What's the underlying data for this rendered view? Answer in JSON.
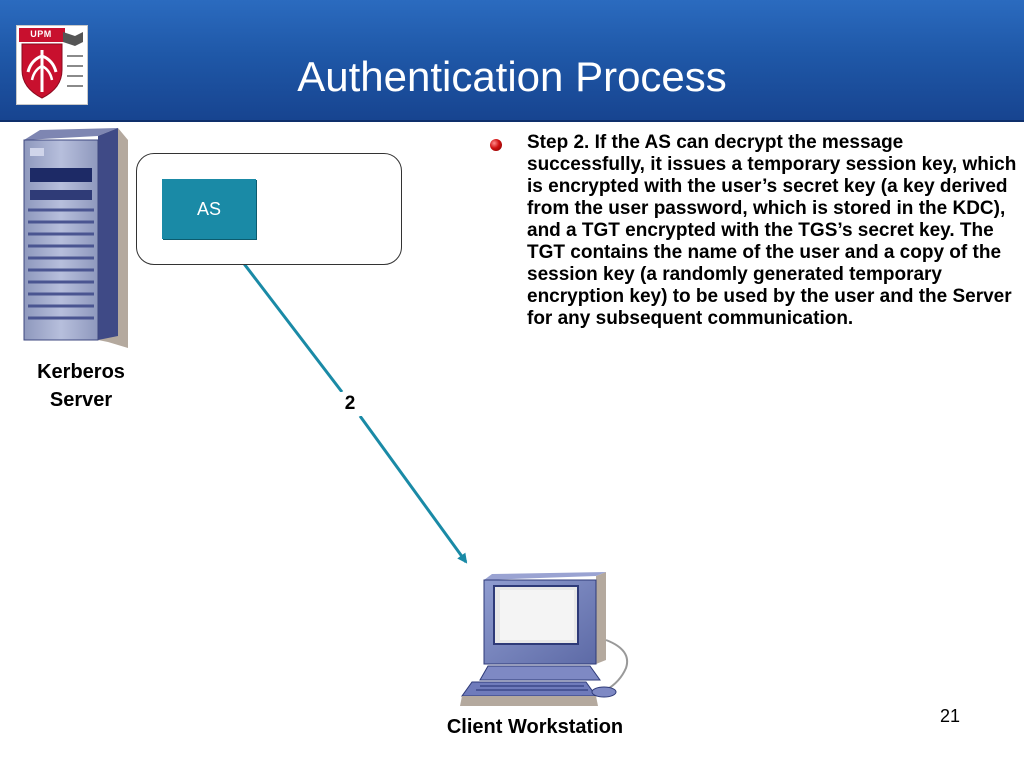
{
  "header": {
    "title": "Authentication Process",
    "logo_text": "UPM",
    "background_color": "#1f58a8"
  },
  "diagram": {
    "server_label_line1": "Kerberos",
    "server_label_line2": "Server",
    "as_label": "AS",
    "step_number": "2",
    "client_label": "Client Workstation",
    "arrow_color": "#1a8aa6",
    "server_icon": "server-tower-icon",
    "client_icon": "desktop-computer-icon"
  },
  "content": {
    "bullet_text": "Step 2. If the AS can decrypt the message successfully, it issues a temporary session key, which is encrypted with the user’s secret key (a key derived from the user password, which is stored in the KDC), and a TGT encrypted with the TGS’s secret key. The TGT contains the name of the user and a copy of the session key (a randomly generated temporary encryption key) to be used by the user and the Server for any subsequent communication."
  },
  "footer": {
    "page_number": "21"
  }
}
